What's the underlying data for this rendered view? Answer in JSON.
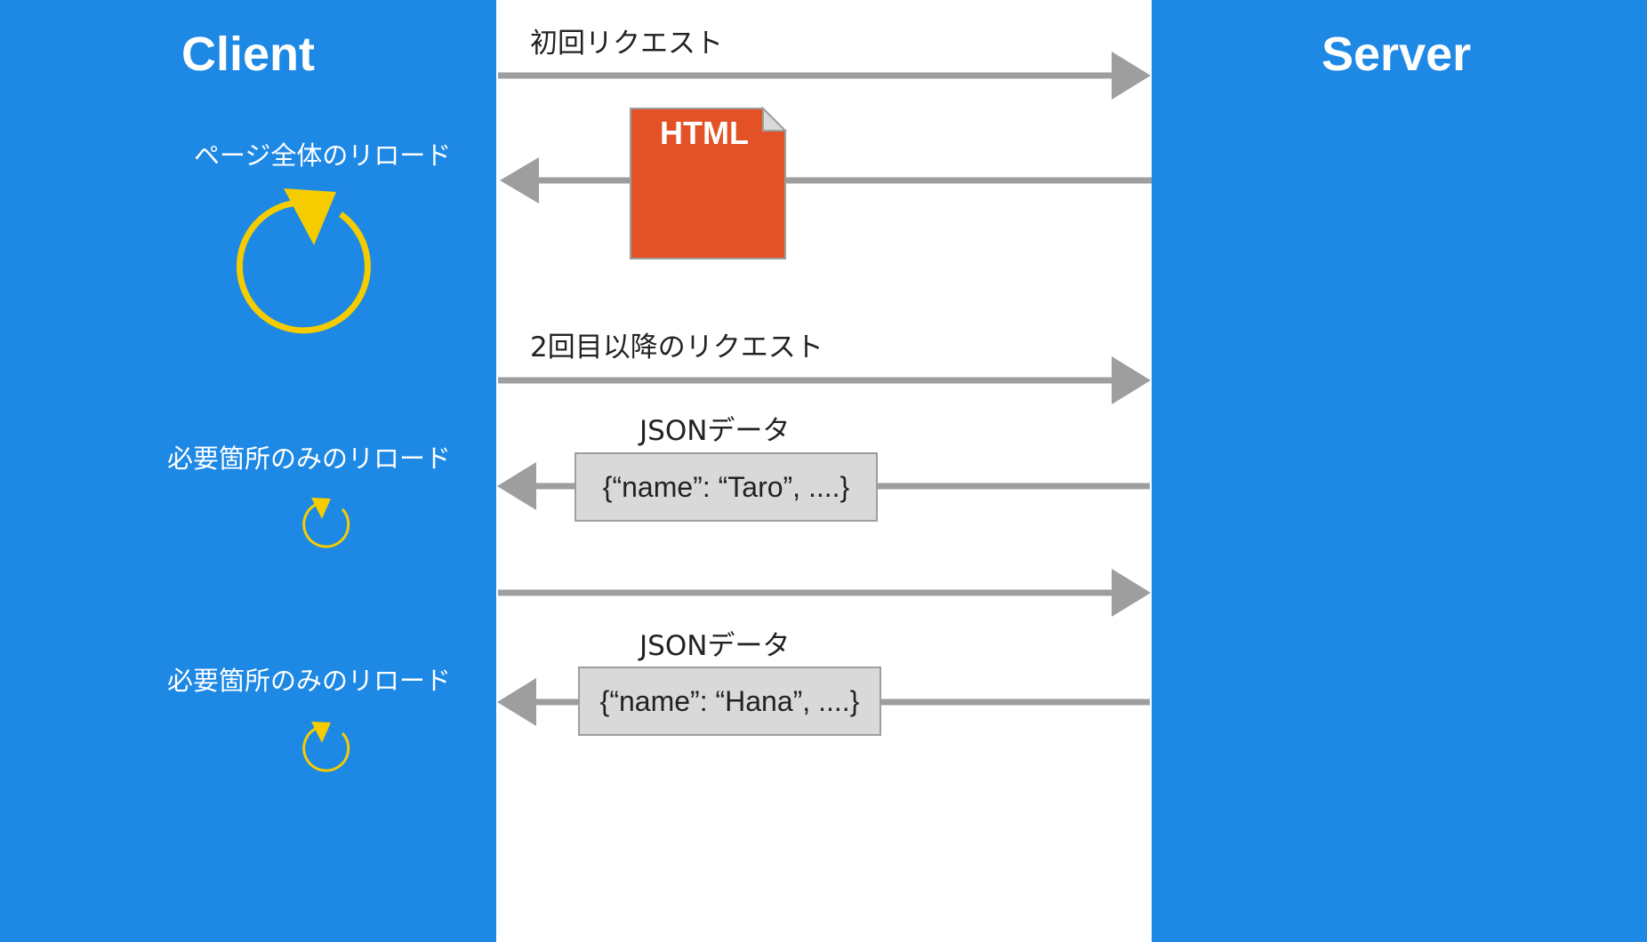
{
  "colors": {
    "panel": "#1e88e5",
    "arrow": "#9e9e9e",
    "reload_icon": "#f5cc00",
    "html_doc": "#e35226",
    "json_box": "#d9d9d9"
  },
  "client": {
    "title": "Client"
  },
  "server": {
    "title": "Server"
  },
  "messages": {
    "initial_request": "初回リクエスト",
    "subsequent_request": "2回目以降のリクエスト",
    "html_doc_label": "HTML",
    "json_label_1": "JSONデータ",
    "json_label_2": "JSONデータ",
    "json_box_1": "{“name”: “Taro”, ....}",
    "json_box_2": "{“name”: “Hana”, ....}"
  },
  "reloads": {
    "full": "ページ全体のリロード",
    "partial_1": "必要箇所のみのリロード",
    "partial_2": "必要箇所のみのリロード"
  },
  "icons": {
    "full_reload": "reload-icon",
    "partial_reload": "reload-icon",
    "document": "document-icon"
  }
}
